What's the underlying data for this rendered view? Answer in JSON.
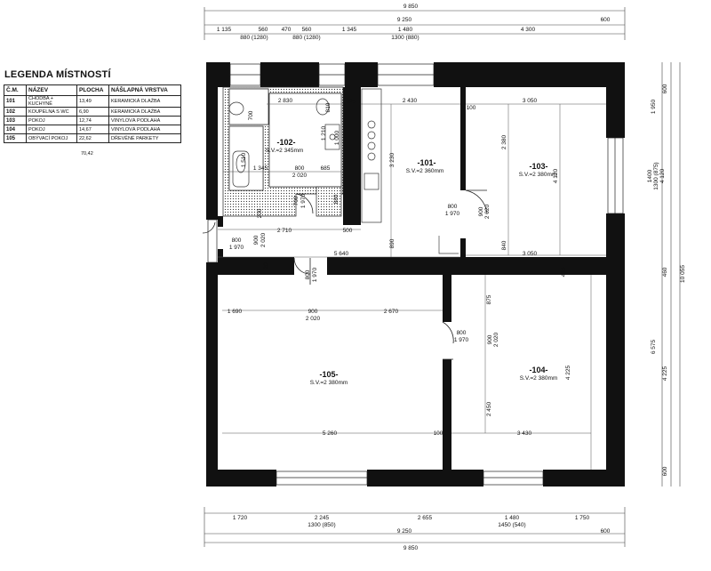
{
  "legend": {
    "title": "LEGENDA MÍSTNOSTÍ",
    "headers": [
      "Č.M.",
      "NÁZEV",
      "PLOCHA",
      "NÁŠLAPNÁ VRSTVA"
    ],
    "rows": [
      {
        "num": "101",
        "name": "CHODBA + KUCHYNĚ",
        "area": "13,49",
        "floor": "KERAMICKÁ DLAŽBA"
      },
      {
        "num": "102",
        "name": "KOUPELNA S WC",
        "area": "6,90",
        "floor": "KERAMICKÁ DLAŽBA"
      },
      {
        "num": "103",
        "name": "POKOJ",
        "area": "12,74",
        "floor": "VINYLOVÁ PODLAHA"
      },
      {
        "num": "104",
        "name": "POKOJ",
        "area": "14,67",
        "floor": "VINYLOVÁ PODLAHA"
      },
      {
        "num": "105",
        "name": "OBÝVACÍ POKOJ",
        "area": "22,62",
        "floor": "DŘEVĚNÉ PARKETY"
      }
    ],
    "total": "70,42"
  },
  "rooms": [
    {
      "id": "-101-",
      "sv": "S.V.=2 360mm"
    },
    {
      "id": "-102-",
      "sv": "S.V.=2 345mm"
    },
    {
      "id": "-103-",
      "sv": "S.V.=2 380mm"
    },
    {
      "id": "-104-",
      "sv": "S.V.=2 380mm"
    },
    {
      "id": "-105-",
      "sv": "S.V.=2 380mm"
    }
  ],
  "top_dims": {
    "overall": "9 850",
    "inner": "9 250",
    "right": "600",
    "parts": [
      "1 135",
      "560",
      "470",
      "560",
      "1 345",
      "1 480",
      "4 300"
    ],
    "win1": "880 (1280)",
    "win2": "880 (1280)",
    "win3": "1300 (880)"
  },
  "bottom_dims": {
    "overall": "9 850",
    "inner": "9 250",
    "right": "600",
    "parts": [
      "1 720",
      "2 245",
      "2 655",
      "1 480",
      "1 750"
    ],
    "win1": "1300 (850)",
    "win2": "1450 (540)"
  },
  "right_dims": {
    "overall": "10 055",
    "big": "6 575",
    "parts": [
      "600",
      "1 950",
      "460",
      "4 225",
      "600"
    ],
    "win": "1400",
    "win_sub": "1300 (875)",
    "room": "4 120"
  },
  "interior_dims": [
    "2 830",
    "810",
    "325",
    "2 430",
    "3 050",
    "100",
    "1 510",
    "700",
    "1 210",
    "1 000",
    "1 345",
    "800",
    "685",
    "2 020",
    "700",
    "1 970",
    "880",
    "3 230",
    "2 380",
    "4 120",
    "200",
    "2 710",
    "500",
    "900",
    "2 020",
    "800",
    "1 970",
    "800",
    "1 970",
    "900",
    "2 020",
    "840",
    "3 050",
    "890",
    "5 640",
    "20",
    "800",
    "1 970",
    "460",
    "1 690",
    "900",
    "2 020",
    "2 670",
    "875",
    "800",
    "1 970",
    "900",
    "2 020",
    "4 225",
    "2 450",
    "5 260",
    "100",
    "3 430",
    "100",
    "200"
  ]
}
